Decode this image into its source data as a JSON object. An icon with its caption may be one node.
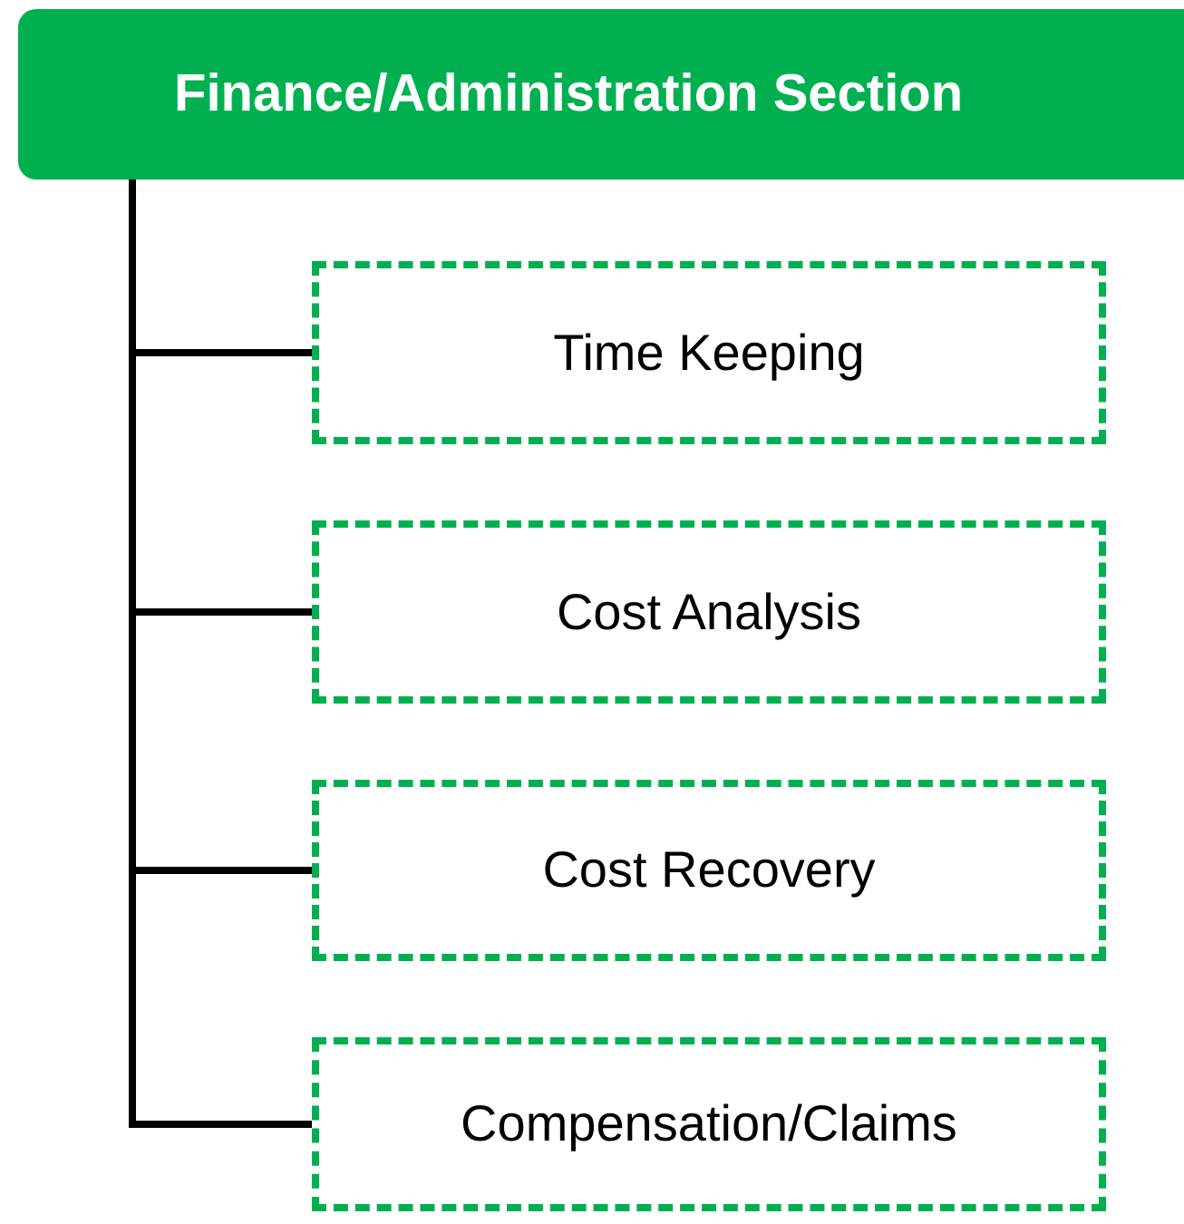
{
  "diagram": {
    "nodes": [
      {
        "text": [
          "Finance/Administration Section"
        ]
      },
      {
        "text": [
          "Time Keeping"
        ]
      },
      {
        "text": [
          "Cost Analysis"
        ]
      },
      {
        "text": [
          "Cost Recovery"
        ]
      },
      {
        "text": [
          "Compensation/Claims"
        ]
      }
    ],
    "edges": [
      {
        "from": 0,
        "to": 1,
        "arrow": "none"
      },
      {
        "from": 0,
        "to": 2,
        "arrow": "none"
      },
      {
        "from": 0,
        "to": 3,
        "arrow": "none"
      },
      {
        "from": 0,
        "to": 4,
        "arrow": "none"
      }
    ]
  }
}
